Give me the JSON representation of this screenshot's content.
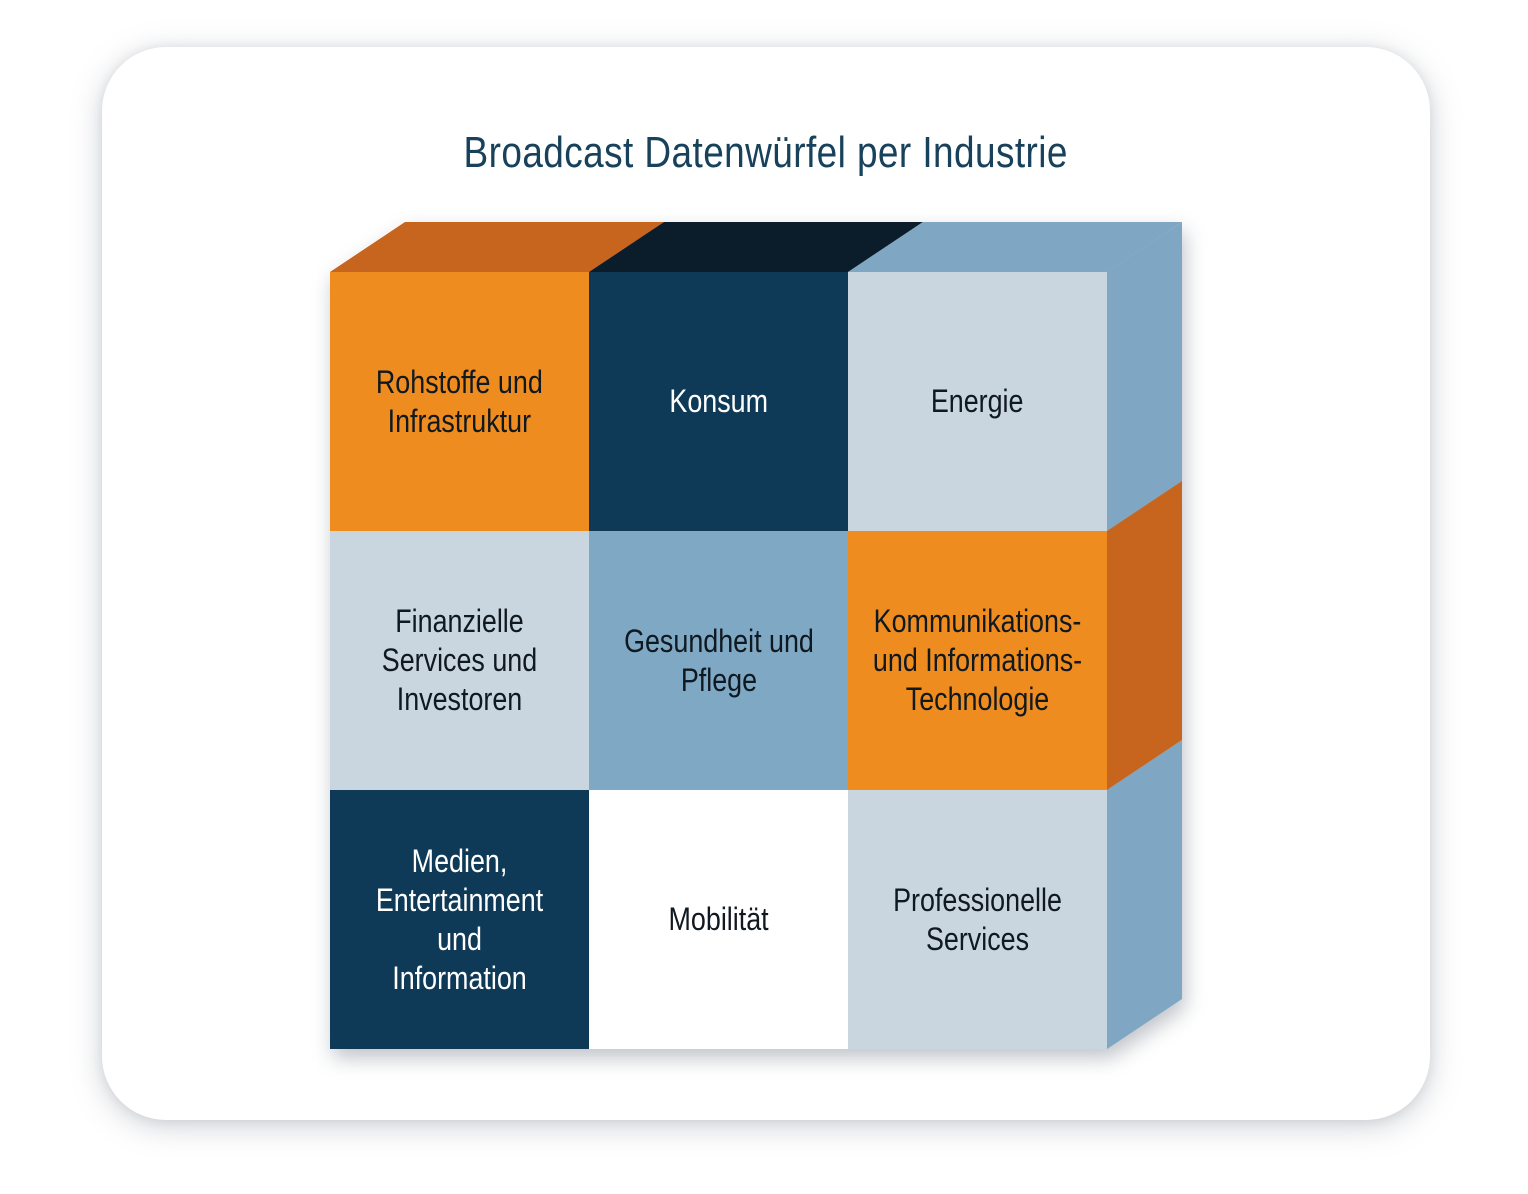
{
  "title": "Broadcast Datenwürfel per Industrie",
  "colors": {
    "page_background": "#FFFFFF",
    "card_background": "#FFFFFF",
    "title_text": "#18415B",
    "orange": "#EF8C1F",
    "orange_shade": "#C7651F",
    "navy": "#0E3A57",
    "navy_shade": "#0B1C2A",
    "steel_light": "#C9D6DF",
    "blue_mid": "#7FA7C3",
    "text_dark": "#101820",
    "text_light": "#FFFFFF"
  },
  "cube": {
    "rows": 3,
    "columns": 3,
    "top_faces": [
      {
        "name": "top-face-col-1",
        "color": "#C7651F"
      },
      {
        "name": "top-face-col-2",
        "color": "#0B1C2A"
      },
      {
        "name": "top-face-col-3",
        "color": "#7FA7C3"
      }
    ],
    "side_faces": [
      {
        "name": "side-face-row-1",
        "color": "#7FA7C3"
      },
      {
        "name": "side-face-row-2",
        "color": "#C7651F"
      },
      {
        "name": "side-face-row-3",
        "color": "#7FA7C3"
      }
    ],
    "cells": [
      {
        "id": "rohstoffe-und-infrastruktur",
        "lines": [
          "Rohstoffe und",
          "Infrastruktur"
        ],
        "bg": "#EF8C1F",
        "fg": "#101820"
      },
      {
        "id": "konsum",
        "lines": [
          "Konsum"
        ],
        "bg": "#0E3A57",
        "fg": "#FFFFFF"
      },
      {
        "id": "energie",
        "lines": [
          "Energie"
        ],
        "bg": "#C9D6DF",
        "fg": "#101820"
      },
      {
        "id": "finanzielle-services-und-investoren",
        "lines": [
          "Finanzielle",
          "Services und",
          "Investoren"
        ],
        "bg": "#C9D6DF",
        "fg": "#101820"
      },
      {
        "id": "gesundheit-und-pflege",
        "lines": [
          "Gesundheit und",
          "Pflege"
        ],
        "bg": "#7EA8C4",
        "fg": "#101820"
      },
      {
        "id": "kommunikations-und-informations-technologie",
        "lines": [
          "Kommunikations-",
          "und Informations-",
          "Technologie"
        ],
        "bg": "#EF8C1F",
        "fg": "#101820"
      },
      {
        "id": "medien-entertainment-und-information",
        "lines": [
          "Medien,",
          "Entertainment und",
          "Information"
        ],
        "bg": "#0E3A57",
        "fg": "#FFFFFF"
      },
      {
        "id": "mobilitaet",
        "lines": [
          "Mobilität"
        ],
        "bg": "#FFFFFF",
        "fg": "#101820"
      },
      {
        "id": "professionelle-services",
        "lines": [
          "Professionelle",
          "Services"
        ],
        "bg": "#C9D6DF",
        "fg": "#101820"
      }
    ]
  }
}
